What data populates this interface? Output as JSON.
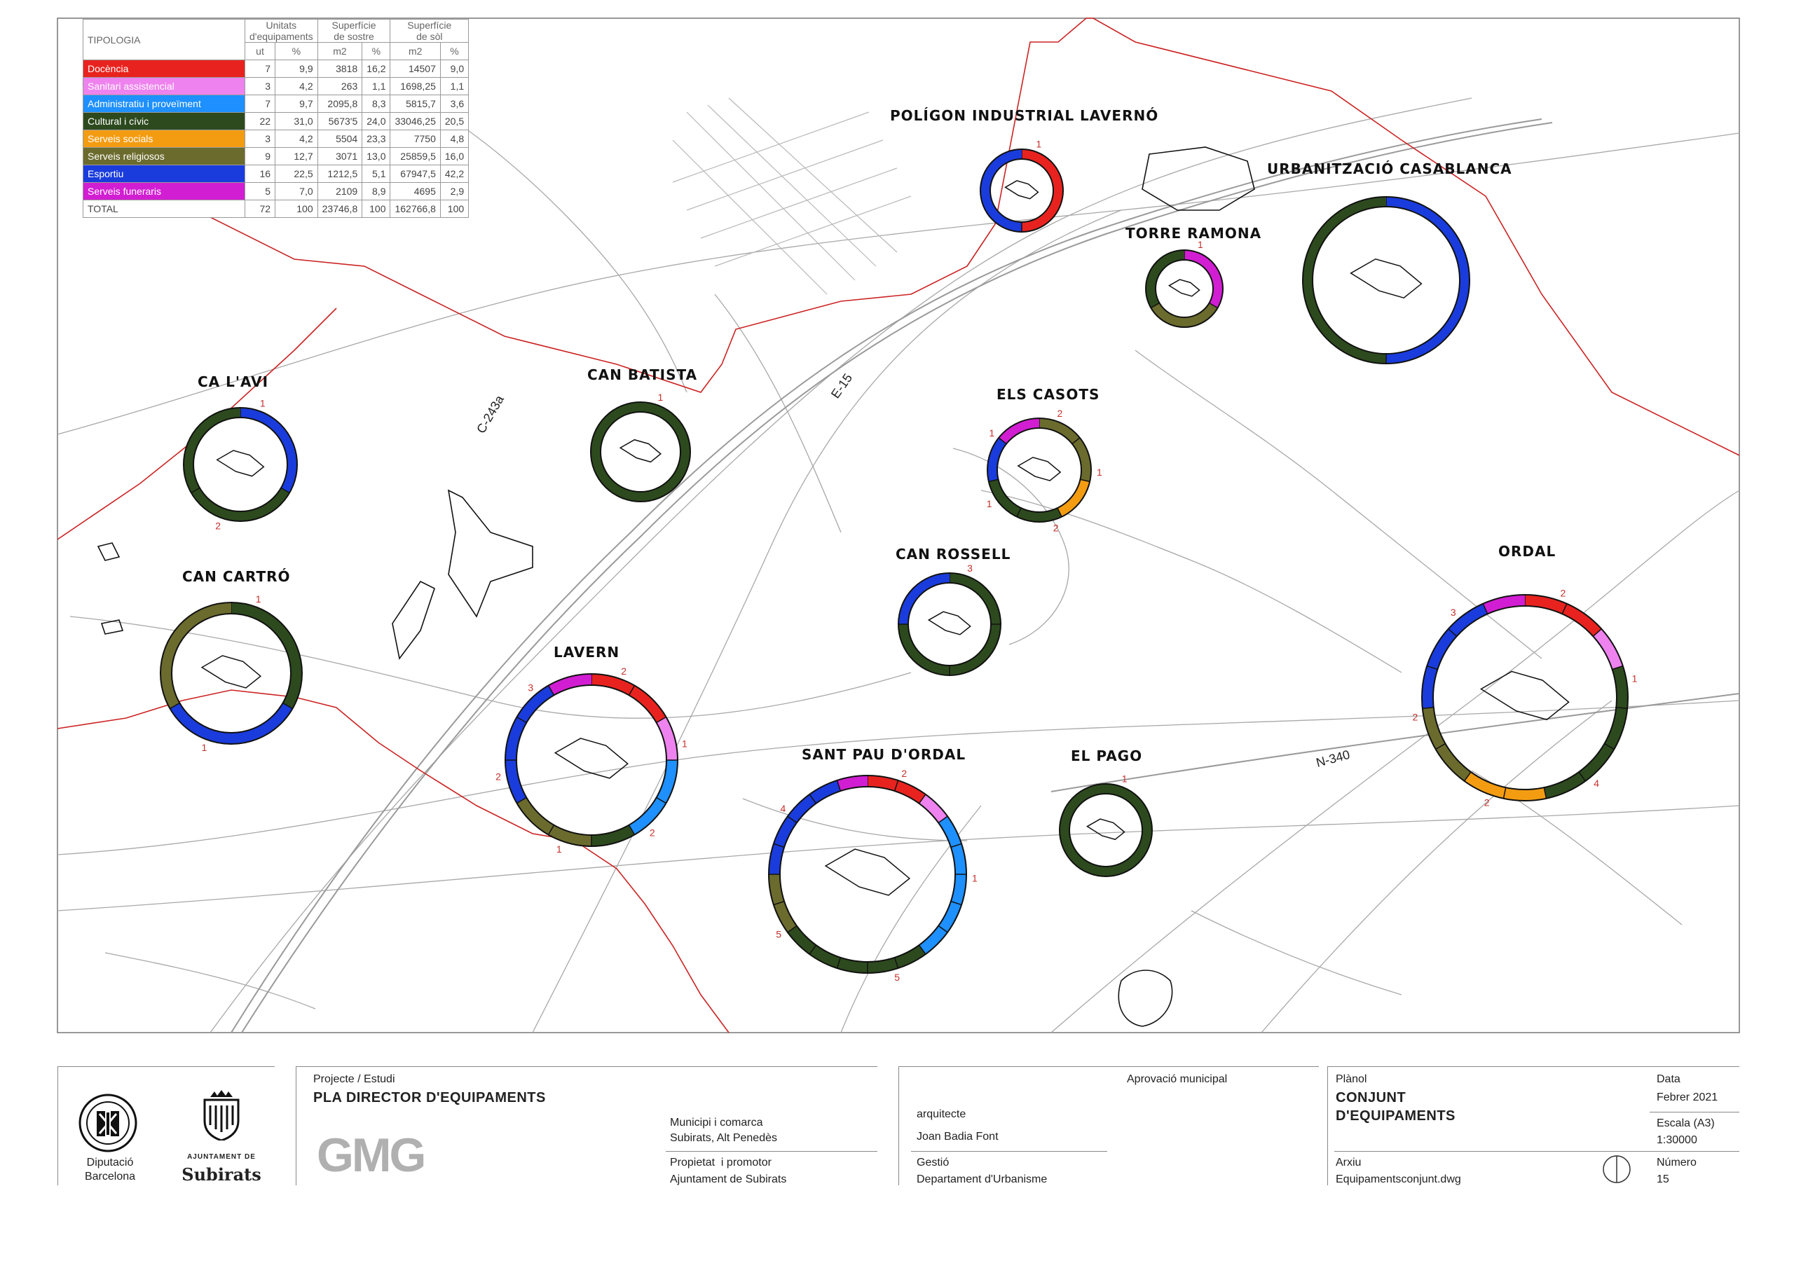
{
  "table": {
    "header": {
      "tipologia": "TIPOLOGIA",
      "unitats": "Unitats\nd'equipaments",
      "sostre": "Superfície\nde sostre",
      "sol": "Superfície\nde sòl",
      "units": [
        "ut",
        "%",
        "m2",
        "%",
        "m2",
        "%"
      ]
    },
    "rows": [
      {
        "label": "Docència",
        "color": "#e8231f",
        "values": [
          "7",
          "9,9",
          "3818",
          "16,2",
          "14507",
          "9,0"
        ]
      },
      {
        "label": "Sanitari assistencial",
        "color": "#ee82ee",
        "values": [
          "3",
          "4,2",
          "263",
          "1,1",
          "1698,25",
          "1,1"
        ]
      },
      {
        "label": "Administratiu i proveïment",
        "color": "#1e90ff",
        "values": [
          "7",
          "9,7",
          "2095,8",
          "8,3",
          "5815,7",
          "3,6"
        ]
      },
      {
        "label": "Cultural i cívic",
        "color": "#2d4a1e",
        "values": [
          "22",
          "31,0",
          "5673'5",
          "24,0",
          "33046,25",
          "20,5"
        ]
      },
      {
        "label": "Serveis socials",
        "color": "#f39c12",
        "values": [
          "3",
          "4,2",
          "5504",
          "23,3",
          "7750",
          "4,8"
        ]
      },
      {
        "label": "Serveis religiosos",
        "color": "#6b6b2e",
        "values": [
          "9",
          "12,7",
          "3071",
          "13,0",
          "25859,5",
          "16,0"
        ]
      },
      {
        "label": "Esportiu",
        "color": "#1a3cdc",
        "values": [
          "16",
          "22,5",
          "1212,5",
          "5,1",
          "67947,5",
          "42,2"
        ]
      },
      {
        "label": "Serveis funeraris",
        "color": "#d21ed2",
        "values": [
          "5",
          "7,0",
          "2109",
          "8,9",
          "4695",
          "2,9"
        ]
      }
    ],
    "total": {
      "label": "TOTAL",
      "values": [
        "72",
        "100",
        "23746,8",
        "100",
        "162766,8",
        "100"
      ]
    }
  },
  "colors": {
    "docencia": "#e8231f",
    "sanitari": "#ee82ee",
    "administratiu": "#1e90ff",
    "cultural": "#2d4a1e",
    "socials": "#f39c12",
    "religiosos": "#6b6b2e",
    "esportiu": "#1a3cdc",
    "funeraris": "#d21ed2",
    "boundary": "#cc2222"
  },
  "sites": [
    {
      "name": "POLÍGON INDUSTRIAL LAVERNÓ",
      "segments": [
        [
          "docencia",
          1
        ],
        [
          "esportiu",
          1
        ]
      ],
      "markers": [
        "1"
      ]
    },
    {
      "name": "URBANITZACIÓ CASABLANCA",
      "segments": [
        [
          "esportiu",
          1
        ],
        [
          "cultural",
          1
        ]
      ],
      "markers": []
    },
    {
      "name": "TORRE RAMONA",
      "segments": [
        [
          "funeraris",
          1
        ],
        [
          "religiosos",
          1
        ],
        [
          "cultural",
          1
        ]
      ],
      "markers": [
        "1"
      ]
    },
    {
      "name": "CA L'AVI",
      "segments": [
        [
          "esportiu",
          1
        ],
        [
          "cultural",
          2
        ]
      ],
      "markers": [
        "1",
        "2"
      ]
    },
    {
      "name": "CAN BATISTA",
      "segments": [
        [
          "cultural",
          1
        ]
      ],
      "markers": [
        "1"
      ]
    },
    {
      "name": "ELS CASOTS",
      "segments": [
        [
          "religiosos",
          2
        ],
        [
          "socials",
          1
        ],
        [
          "cultural",
          2
        ],
        [
          "esportiu",
          1
        ],
        [
          "funeraris",
          1
        ]
      ],
      "markers": [
        "2",
        "1",
        "2",
        "1",
        "1"
      ]
    },
    {
      "name": "CAN ROSSELL",
      "segments": [
        [
          "cultural",
          3
        ],
        [
          "esportiu",
          1
        ]
      ],
      "markers": [
        "3"
      ]
    },
    {
      "name": "CAN CARTRÓ",
      "segments": [
        [
          "cultural",
          1
        ],
        [
          "esportiu",
          1
        ],
        [
          "religiosos",
          1
        ]
      ],
      "markers": [
        "1",
        "1"
      ]
    },
    {
      "name": "LAVERN",
      "segments": [
        [
          "docencia",
          2
        ],
        [
          "sanitari",
          1
        ],
        [
          "administratiu",
          2
        ],
        [
          "cultural",
          1
        ],
        [
          "religiosos",
          2
        ],
        [
          "esportiu",
          3
        ],
        [
          "funeraris",
          1
        ]
      ],
      "markers": [
        "2",
        "1",
        "2",
        "1",
        "2",
        "3"
      ]
    },
    {
      "name": "ORDAL",
      "segments": [
        [
          "docencia",
          2
        ],
        [
          "sanitari",
          1
        ],
        [
          "cultural",
          4
        ],
        [
          "socials",
          2
        ],
        [
          "religiosos",
          2
        ],
        [
          "esportiu",
          3
        ],
        [
          "funeraris",
          1
        ]
      ],
      "markers": [
        "2",
        "1",
        "4",
        "2",
        "2",
        "3"
      ]
    },
    {
      "name": "SANT PAU D'ORDAL",
      "segments": [
        [
          "docencia",
          2
        ],
        [
          "sanitari",
          1
        ],
        [
          "administratiu",
          5
        ],
        [
          "cultural",
          5
        ],
        [
          "religiosos",
          2
        ],
        [
          "esportiu",
          4
        ],
        [
          "funeraris",
          1
        ]
      ],
      "markers": [
        "2",
        "1",
        "5",
        "5",
        "4"
      ]
    },
    {
      "name": "EL PAGO",
      "segments": [
        [
          "cultural",
          1
        ]
      ],
      "markers": [
        "1"
      ]
    }
  ],
  "roads": [
    "C-243a",
    "E-15",
    "N-340"
  ],
  "titleblock": {
    "org1": "Diputació\nBarcelona",
    "org2_top": "AJUNTAMENT DE",
    "org2": "Subirats",
    "projecte_label": "Projecte / Estudi",
    "projecte": "PLA DIRECTOR D'EQUIPAMENTS",
    "gmg": "GMG",
    "municipi": "Municipi i comarca\nSubirats, Alt Penedès",
    "propietat": "Propietat  i promotor\nAjuntament de Subirats",
    "aprovacio": "Aprovació municipal",
    "arquitecte_label": "arquitecte",
    "arquitecte": "Joan Badia Font",
    "gestio": "Gestió\nDepartament d'Urbanisme",
    "planol_label": "Plànol",
    "planol": "CONJUNT\nD'EQUIPAMENTS",
    "arxiu": "Arxiu\nEquipamentsconjunt.dwg",
    "data_label": "Data",
    "data": "Febrer 2021",
    "escala": "Escala (A3)\n1:30000",
    "numero": "Número\n15"
  }
}
